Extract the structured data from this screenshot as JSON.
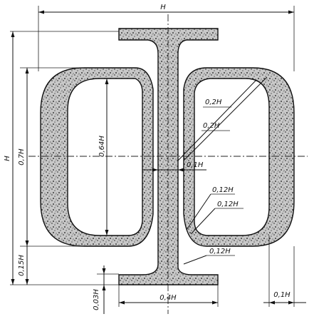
{
  "labels": {
    "overall_width": "H",
    "overall_height": "H",
    "height_07": "0,7H",
    "height_015": "0,15H",
    "height_003": "0,03H",
    "inner_height": "0,64H",
    "corner_radius_a": "0,2H",
    "corner_radius_b": "0,2H",
    "web_thickness": "0,1H",
    "gap_a": "0,12H",
    "gap_b": "0,12H",
    "fillet_radius": "0,12H",
    "flange_width": "0,4H",
    "ring_thickness": "0,1H"
  },
  "colors": {
    "ink": "#111111",
    "fill": "#b8b8b8",
    "fill_dark": "#6e6e6e"
  }
}
